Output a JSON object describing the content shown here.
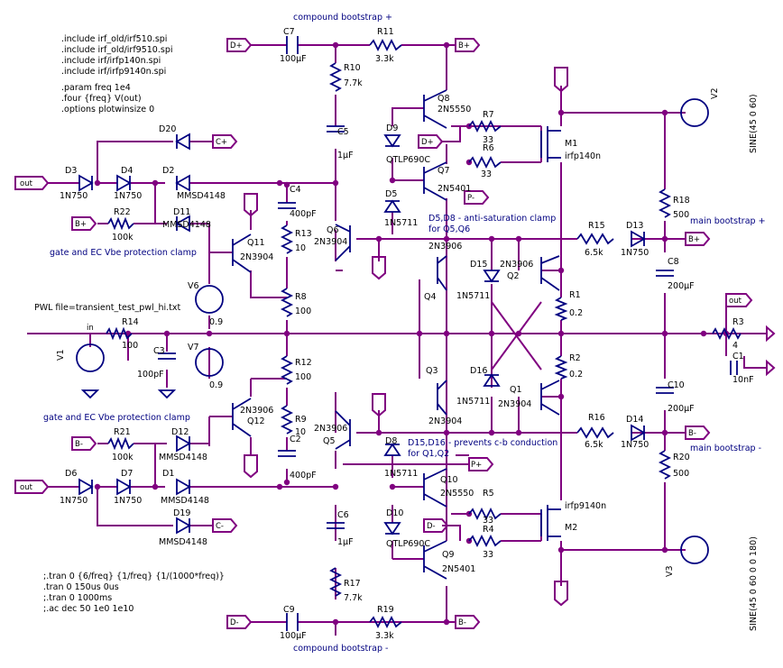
{
  "spice_directives": [
    ".include irf_old/irf510.spi",
    ".include irf_old/irf9510.spi",
    ".include irf/irfp140n.spi",
    ".include irf/irfp9140n.spi",
    ".param freq 1e4",
    ".four {freq} V(out)",
    ".options plotwinsize 0"
  ],
  "tran_directives": [
    ";.tran 0 {6/freq} {1/freq} {1/(1000*freq)}",
    ".tran 0 150us 0us",
    ";.tran 0 1000ms",
    ";.ac dec 50 1e0 1e10"
  ],
  "pwl_text": "PWL file=transient_test_pwl_hi.txt",
  "notes": {
    "compound_top": "compound bootstrap +",
    "compound_bot": "compound bootstrap -",
    "main_top": "main bootstrap +",
    "main_bot": "main bootstrap -",
    "gate_clamp_top": "gate and EC Vbe protection clamp",
    "gate_clamp_bot": "gate and EC Vbe protection clamp",
    "antisat_1": "D5,D8 - anti-saturation clamp",
    "antisat_2": "for Q5,Q6",
    "prevent_1": "D15,D16 - prevents c-b conduction",
    "prevent_2": "for Q1,Q2"
  },
  "sources": {
    "v2": "SINE(45 0 60)",
    "v3": "SINE(45 0 60 0 0 180)"
  },
  "ports": {
    "dplus": "D+",
    "bplus": "B+",
    "cplus": "C+",
    "out": "out",
    "pminus": "P-",
    "bminus": "B-",
    "dminus": "D-",
    "cminus": "C-",
    "pplus": "P+",
    "in": "in"
  },
  "components": [
    {
      "ref": "C7",
      "val": "100µF"
    },
    {
      "ref": "R11",
      "val": "3.3k"
    },
    {
      "ref": "R10",
      "val": "7.7k"
    },
    {
      "ref": "Q8",
      "val": "2N5550"
    },
    {
      "ref": "R7",
      "val": "33"
    },
    {
      "ref": "R6",
      "val": "33"
    },
    {
      "ref": "M1",
      "val": "irfp140n"
    },
    {
      "ref": "D9",
      "val": "QTLP690C"
    },
    {
      "ref": "Q7",
      "val": "2N5401"
    },
    {
      "ref": "C5",
      "val": "1µF"
    },
    {
      "ref": "D20",
      "val": "MMSD4148"
    },
    {
      "ref": "D3",
      "val": "1N750"
    },
    {
      "ref": "D4",
      "val": "1N750"
    },
    {
      "ref": "D2",
      "val": "MMSD4148"
    },
    {
      "ref": "D5",
      "val": "1N5711"
    },
    {
      "ref": "C4",
      "val": "400pF"
    },
    {
      "ref": "R22",
      "val": "100k"
    },
    {
      "ref": "D11",
      "val": "MMSD4148"
    },
    {
      "ref": "R13",
      "val": "10"
    },
    {
      "ref": "Q11",
      "val": "2N3904"
    },
    {
      "ref": "Q6",
      "val": "2N3904"
    },
    {
      "ref": "R15",
      "val": "6.5k"
    },
    {
      "ref": "D13",
      "val": "1N750"
    },
    {
      "ref": "R18",
      "val": "500"
    },
    {
      "ref": "C8",
      "val": "200µF"
    },
    {
      "ref": "Q4",
      "val": "2N3906"
    },
    {
      "ref": "D15",
      "val": "1N5711"
    },
    {
      "ref": "Q2",
      "val": "2N3906"
    },
    {
      "ref": "R1",
      "val": "0.2"
    },
    {
      "ref": "V6",
      "val": "0.9"
    },
    {
      "ref": "R8",
      "val": "100"
    },
    {
      "ref": "R14",
      "val": "100"
    },
    {
      "ref": "C3",
      "val": "100pF"
    },
    {
      "ref": "V1",
      "val": ""
    },
    {
      "ref": "V7",
      "val": "0.9"
    },
    {
      "ref": "R12",
      "val": "100"
    },
    {
      "ref": "R3",
      "val": "4"
    },
    {
      "ref": "C1",
      "val": "10nF"
    },
    {
      "ref": "Q3",
      "val": "2N3904"
    },
    {
      "ref": "D16",
      "val": "1N5711"
    },
    {
      "ref": "Q1",
      "val": "2N3904"
    },
    {
      "ref": "R2",
      "val": "0.2"
    },
    {
      "ref": "C10",
      "val": "200µF"
    },
    {
      "ref": "R9",
      "val": "10"
    },
    {
      "ref": "Q12",
      "val": "2N3906"
    },
    {
      "ref": "Q5",
      "val": "2N3906"
    },
    {
      "ref": "R16",
      "val": "6.5k"
    },
    {
      "ref": "D14",
      "val": "1N750"
    },
    {
      "ref": "D8",
      "val": "1N5711"
    },
    {
      "ref": "R21",
      "val": "100k"
    },
    {
      "ref": "D12",
      "val": "MMSD4148"
    },
    {
      "ref": "C2",
      "val": "400pF"
    },
    {
      "ref": "R20",
      "val": "500"
    },
    {
      "ref": "Q10",
      "val": "2N5550"
    },
    {
      "ref": "D6",
      "val": "1N750"
    },
    {
      "ref": "D7",
      "val": "1N750"
    },
    {
      "ref": "D1",
      "val": "MMSD4148"
    },
    {
      "ref": "R5",
      "val": "33"
    },
    {
      "ref": "M2",
      "val": "irfp9140n"
    },
    {
      "ref": "D19",
      "val": "MMSD4148"
    },
    {
      "ref": "D10",
      "val": "QTLP690C"
    },
    {
      "ref": "R4",
      "val": "33"
    },
    {
      "ref": "C6",
      "val": "1µF"
    },
    {
      "ref": "Q9",
      "val": "2N5401"
    },
    {
      "ref": "R17",
      "val": "7.7k"
    },
    {
      "ref": "C9",
      "val": "100µF"
    },
    {
      "ref": "R19",
      "val": "3.3k"
    },
    {
      "ref": "V2",
      "val": ""
    },
    {
      "ref": "V3",
      "val": ""
    }
  ]
}
